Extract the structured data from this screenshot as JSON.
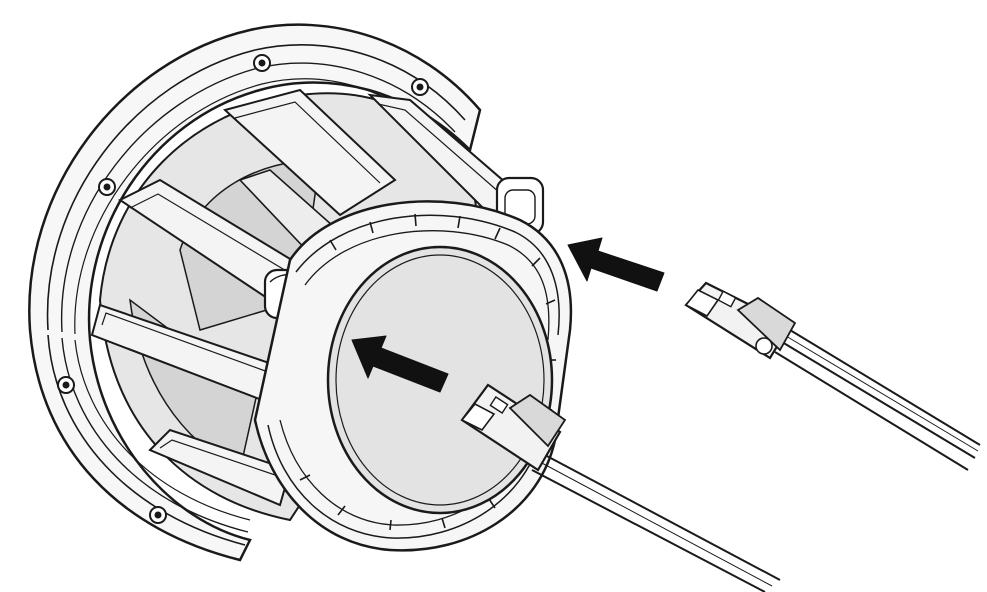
{
  "figure": {
    "kind": "line-art installation diagram",
    "subject": "speaker-rear-connector-wiring",
    "colors": {
      "line": "#1a1a1a",
      "paper": "#ffffff",
      "fill_light": "#f2f2f2",
      "fill_mid": "#d9d9d9",
      "fill_dark": "#bdbdbd",
      "arrow": "#111111"
    },
    "parts": [
      {
        "name": "speaker-body",
        "icon": "speaker-icon"
      },
      {
        "name": "mounting-flange",
        "icon": "ring-icon"
      },
      {
        "name": "magnet-cap",
        "icon": "disc-icon"
      },
      {
        "name": "rear-connector-plug",
        "icon": "plug-icon"
      },
      {
        "name": "side-connector-plug",
        "icon": "plug-icon"
      }
    ],
    "callouts": [
      {
        "name": "insert-arrow-rear",
        "icon": "arrow-left-icon"
      },
      {
        "name": "insert-arrow-side",
        "icon": "arrow-left-icon"
      }
    ]
  }
}
